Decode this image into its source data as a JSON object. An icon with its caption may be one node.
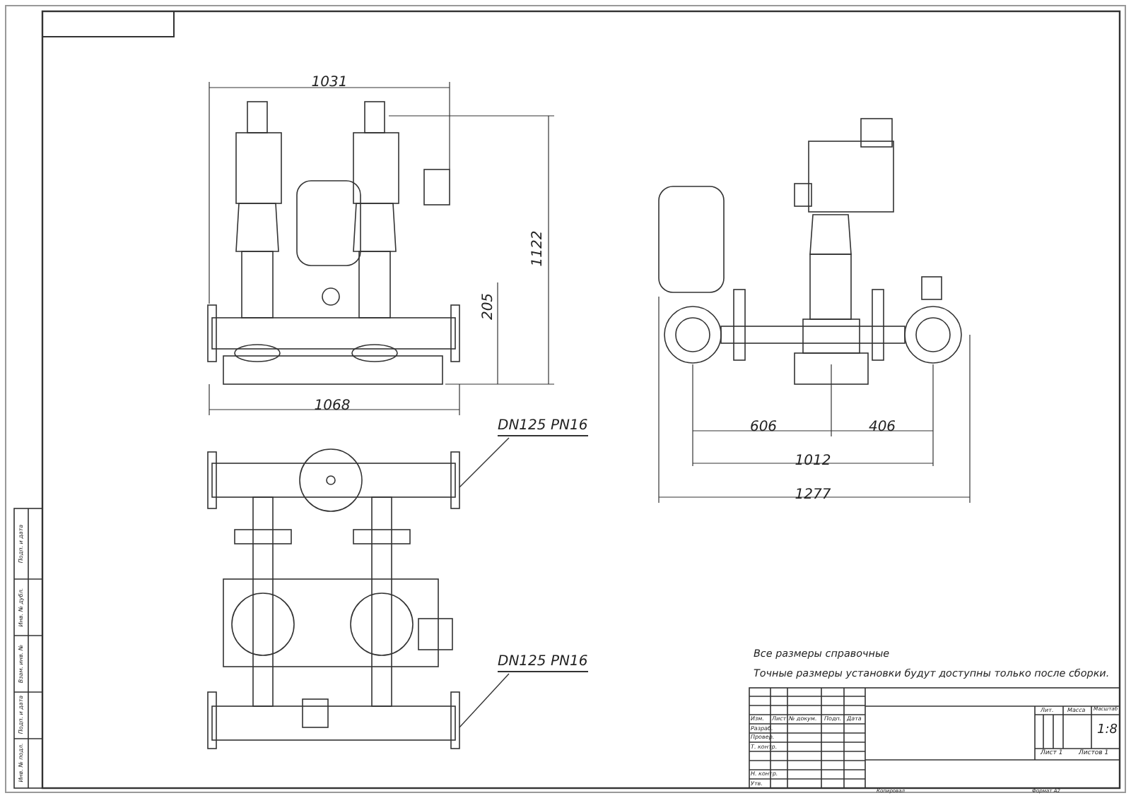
{
  "diagram": {
    "nodes": [
      {
        "text": [
          "DN125 PN16"
        ]
      },
      {
        "text": [
          "DN125 PN16"
        ]
      },
      {
        "text": [],
        "shape": "box"
      },
      {
        "text": [],
        "shape": "box"
      }
    ],
    "edges": [
      {
        "from": 0,
        "to": 2,
        "arrow": "none"
      },
      {
        "from": 1,
        "to": 3,
        "arrow": "none"
      }
    ],
    "labels": [
      "1031",
      "1122",
      "205",
      "1068",
      "606",
      "406",
      "1012",
      "1277",
      "Все размеры справочные",
      "Точные размеры установки будут доступны только после сборки.",
      "Изм.",
      "Лист",
      "№ докум.",
      "Подп.",
      "Дата",
      "Разраб.",
      "Провер.",
      "Т. контр.",
      "Н. контр.",
      "Утв.",
      "Лит.",
      "Масса",
      "Масштаб",
      "1:8",
      "Лист 1",
      "Листов 1",
      "Копировал",
      "Формат А2",
      "Подп. и дата",
      "Инв. № дубл.",
      "Взам. инв. №",
      "Подп. и дата",
      "Инв. № подл."
    ]
  }
}
